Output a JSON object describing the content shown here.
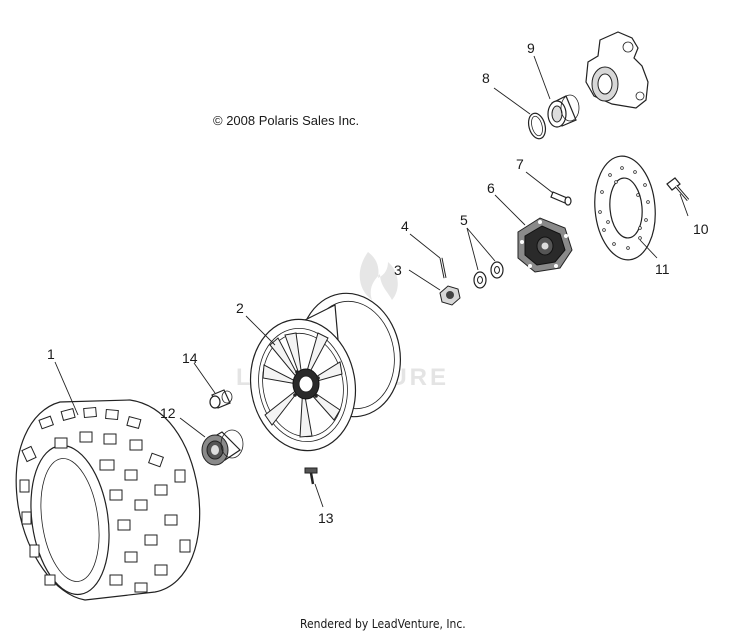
{
  "copyright": "© 2008 Polaris Sales Inc.",
  "footer": "Rendered by LeadVenture, Inc.",
  "watermark": "LEADVENTURE",
  "callouts": {
    "c1": "1",
    "c2": "2",
    "c3": "3",
    "c4": "4",
    "c5": "5",
    "c6": "6",
    "c7": "7",
    "c8": "8",
    "c9": "9",
    "c10": "10",
    "c11": "11",
    "c12": "12",
    "c13": "13",
    "c14": "14"
  },
  "colors": {
    "line": "#222222",
    "watermark": "#e4e4e4",
    "background": "#ffffff"
  }
}
